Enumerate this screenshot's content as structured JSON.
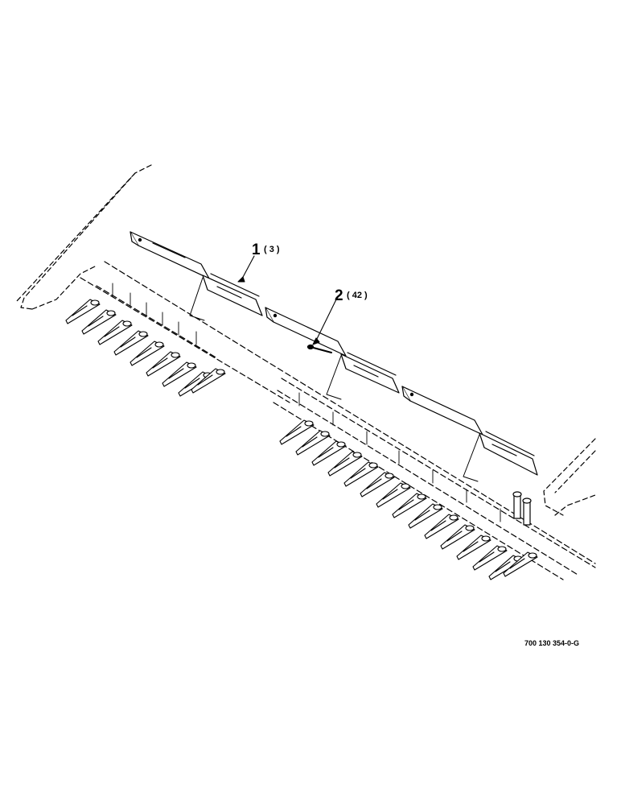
{
  "callouts": [
    {
      "number": "1",
      "quantity": "( 3 )"
    },
    {
      "number": "2",
      "quantity": "( 42 )"
    }
  ],
  "drawing_number": "700 130 354-0-G",
  "colors": {
    "ink": "#000000",
    "paper": "#ffffff"
  }
}
